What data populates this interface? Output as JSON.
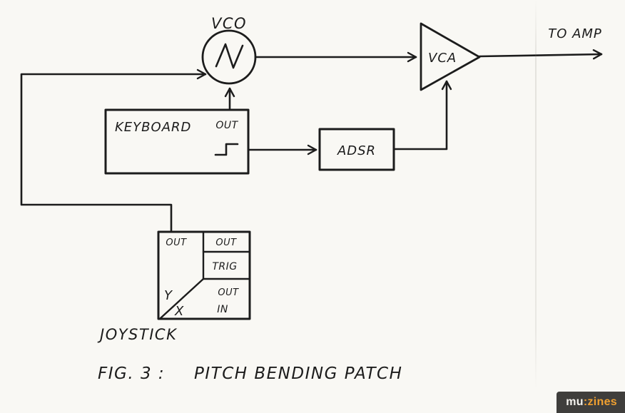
{
  "figure": {
    "caption_fig": "FIG. 3 :",
    "caption_title": "PITCH BENDING PATCH"
  },
  "modules": {
    "vco": {
      "label": "VCO"
    },
    "vca": {
      "label": "VCA"
    },
    "output": {
      "label": "TO AMP"
    },
    "keyboard": {
      "label": "KEYBOARD",
      "out": "OUT"
    },
    "adsr": {
      "label": "ADSR"
    },
    "joystick": {
      "label": "JOYSTICK",
      "out_top_left": "OUT",
      "out_top_right": "OUT",
      "trig": "TRIG",
      "out_lower": "OUT",
      "in": "IN",
      "axis_y": "Y",
      "axis_x": "X"
    }
  },
  "watermark": {
    "mu": "mu",
    "zines": ":zines",
    "background": "#3f3e3c",
    "accent": "#f0a030"
  },
  "colors": {
    "ink": "#1c1c1c",
    "paper": "#f9f8f4"
  }
}
